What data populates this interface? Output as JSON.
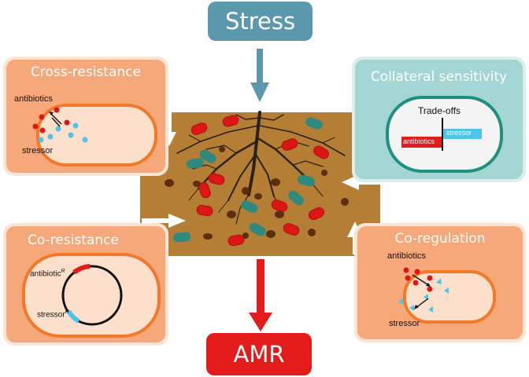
{
  "stress": {
    "label": "Stress",
    "color": "#5b97ad"
  },
  "amr": {
    "label": "AMR",
    "color": "#e31b1b"
  },
  "soil": {
    "color": "#b47e35"
  },
  "cross_resistance": {
    "title": "Cross-resistance",
    "antibiotics": "antibiotics",
    "stressor": "stressor"
  },
  "collateral_sensitivity": {
    "title": "Collateral sensitivity",
    "tradeoffs": "Trade-offs",
    "stressor": "stressor",
    "antibiotics": "antibiotics"
  },
  "co_resistance": {
    "title": "Co-resistance",
    "antibiotic_gene": "antibiotic",
    "stressor_gene": "stressor",
    "superscript": "R"
  },
  "co_regulation": {
    "title": "Co-regulation",
    "antibiotics": "antibiotics",
    "stressor": "stressor"
  },
  "colors": {
    "panel_orange": "#f7a87b",
    "panel_teal": "#a3d6d3",
    "cell_border_orange": "#f07a2a",
    "cell_border_teal": "#1f8f80",
    "bacteria_red": "#dc1515",
    "bacteria_teal": "#2e8a7f",
    "dot_blue": "#4fc3e8"
  }
}
